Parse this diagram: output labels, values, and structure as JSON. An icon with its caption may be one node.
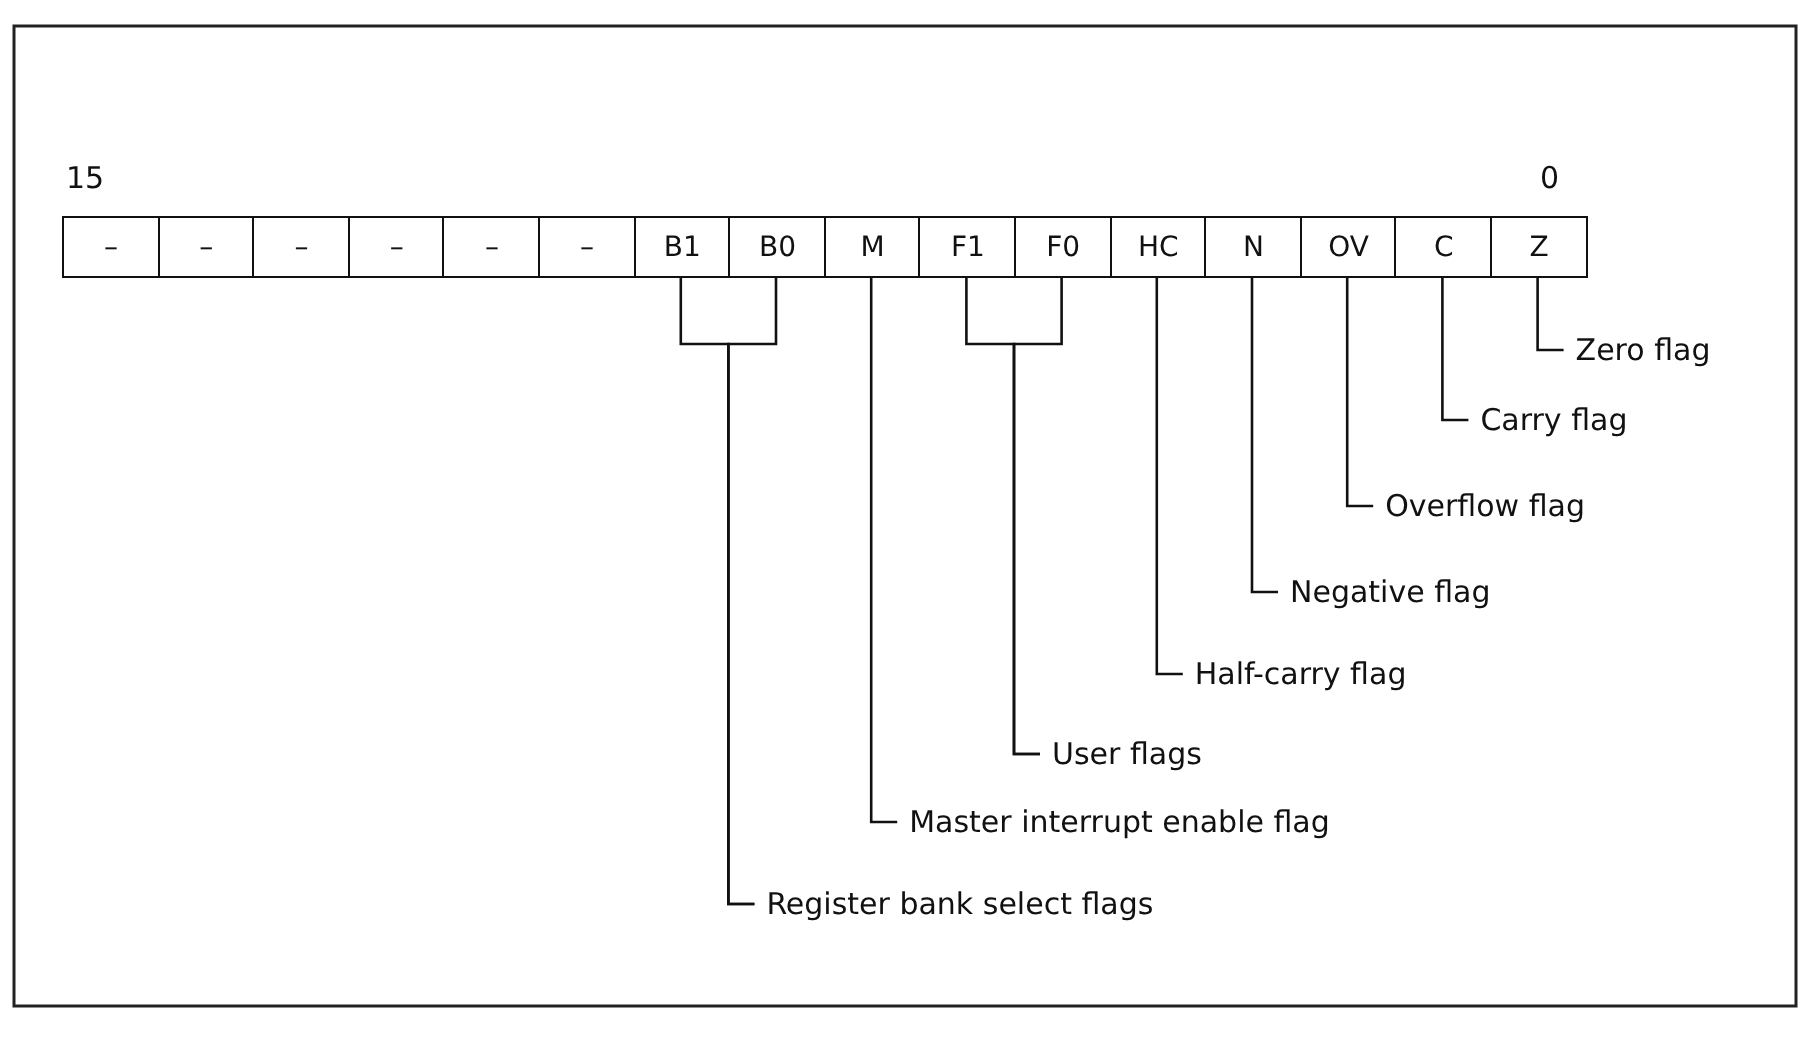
{
  "diagram": {
    "nodes": [
      {
        "text": [
          "–"
        ]
      },
      {
        "text": [
          "–"
        ]
      },
      {
        "text": [
          "–"
        ]
      },
      {
        "text": [
          "–"
        ]
      },
      {
        "text": [
          "–"
        ]
      },
      {
        "text": [
          "–"
        ]
      },
      {
        "text": [
          "B1"
        ]
      },
      {
        "text": [
          "B0"
        ]
      },
      {
        "text": [
          "M"
        ]
      },
      {
        "text": [
          "F1"
        ]
      },
      {
        "text": [
          "F0"
        ]
      },
      {
        "text": [
          "HC"
        ]
      },
      {
        "text": [
          "N"
        ]
      },
      {
        "text": [
          "OV"
        ]
      },
      {
        "text": [
          "C"
        ]
      },
      {
        "text": [
          "Z"
        ]
      },
      {
        "text": [
          "Zero flag"
        ]
      },
      {
        "text": [
          "Carry flag"
        ]
      },
      {
        "text": [
          "Overflow flag"
        ]
      },
      {
        "text": [
          "Negative flag"
        ]
      },
      {
        "text": [
          "Half-carry flag"
        ]
      },
      {
        "text": [
          "User flags"
        ]
      },
      {
        "text": [
          "Master interrupt enable flag"
        ]
      },
      {
        "text": [
          "Register bank select flags"
        ]
      }
    ],
    "edges": [
      {
        "from": 16,
        "to": 15,
        "arrow": "none"
      },
      {
        "from": 17,
        "to": 14,
        "arrow": "none"
      },
      {
        "from": 18,
        "to": 13,
        "arrow": "none"
      },
      {
        "from": 19,
        "to": 12,
        "arrow": "none"
      },
      {
        "from": 20,
        "to": 11,
        "arrow": "none"
      },
      {
        "from": 21,
        "to": 9,
        "arrow": "none"
      },
      {
        "from": 21,
        "to": 10,
        "arrow": "none"
      },
      {
        "from": 22,
        "to": 8,
        "arrow": "none"
      },
      {
        "from": 23,
        "to": 6,
        "arrow": "none"
      },
      {
        "from": 23,
        "to": 7,
        "arrow": "none"
      }
    ],
    "labels": [
      "15",
      "0"
    ]
  }
}
